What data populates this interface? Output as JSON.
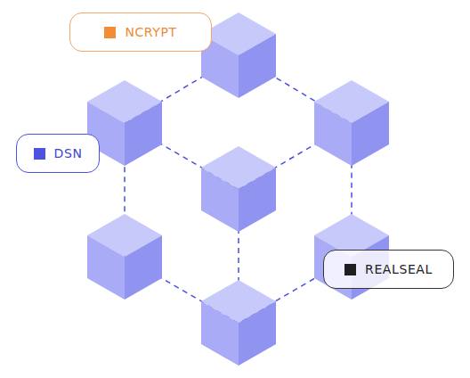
{
  "diagram": {
    "nodes": [
      {
        "text": [
          "NCRYPT"
        ]
      },
      {
        "text": [
          "DSN"
        ]
      },
      {
        "text": [
          "REALSEAL"
        ]
      }
    ]
  }
}
